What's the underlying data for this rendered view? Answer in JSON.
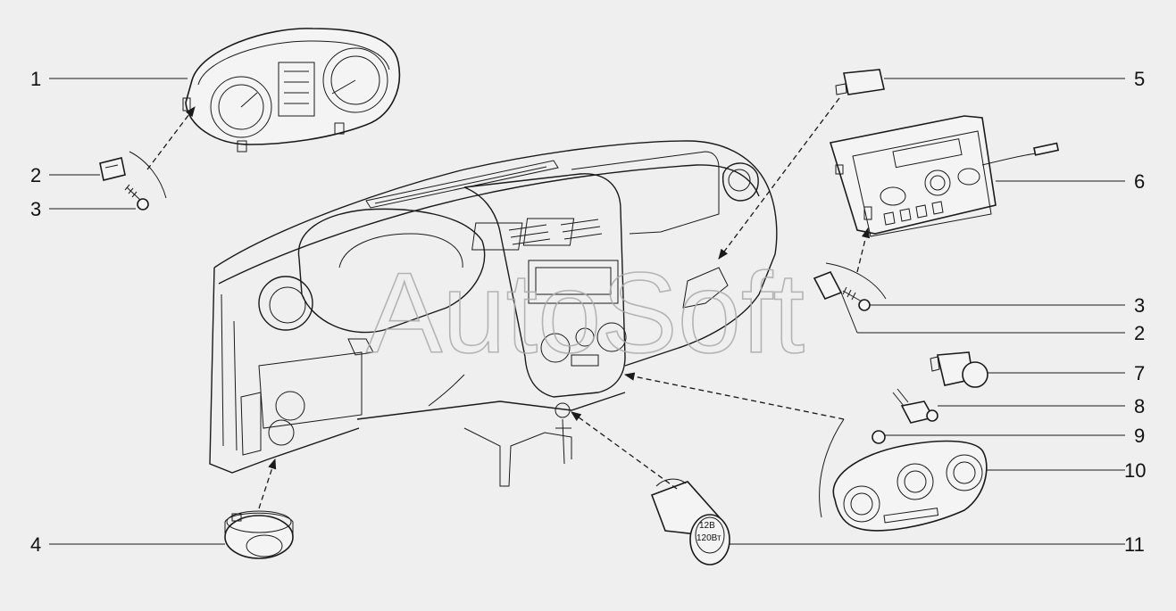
{
  "watermark": "AutoSoft",
  "callouts": {
    "c1": "1",
    "c2_left": "2",
    "c3_left": "3",
    "c4": "4",
    "c5": "5",
    "c6": "6",
    "c3_right": "3",
    "c2_right": "2",
    "c7": "7",
    "c8": "8",
    "c9": "9",
    "c10": "10",
    "c11": "11"
  },
  "parts": {
    "lighter_label_top": "12В",
    "lighter_label_bottom": "120Вт"
  },
  "colors": {
    "background": "#efefef",
    "line": "#1a1a1a",
    "watermark": "#aaaaaa"
  }
}
